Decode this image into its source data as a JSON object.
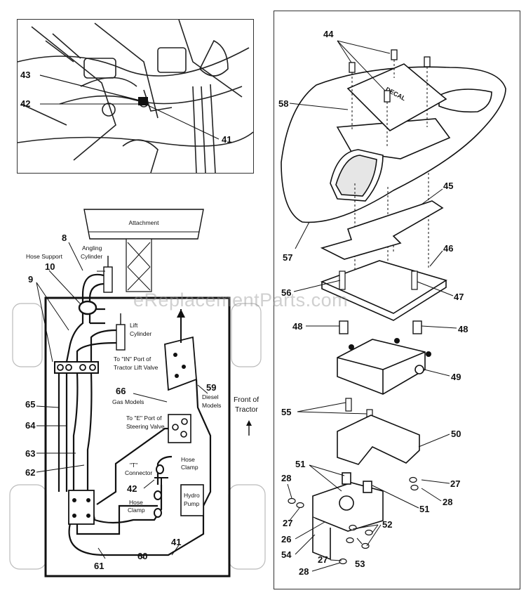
{
  "watermark": "eReplacementParts.com",
  "photo_callouts": [
    "43",
    "42",
    "41"
  ],
  "schematic": {
    "attachment": "Attachment",
    "angling_cylinder": [
      "Angling",
      "Cylinder"
    ],
    "hose_support": "Hose Support",
    "lift_cylinder": [
      "Lift",
      "Cylinder"
    ],
    "tractor_lift_valve": [
      "To \"IN\" Port of",
      "Tractor Lift Valve"
    ],
    "gas_models": "Gas Models",
    "diesel_models": [
      "Diesel",
      "Models"
    ],
    "front_of_tractor": [
      "Front of",
      "Tractor"
    ],
    "steering_valve": [
      "To \"E\" Port of",
      "Steering Valve"
    ],
    "t_connector": [
      "\"T\"",
      "Connector"
    ],
    "hose_clamp_top": [
      "Hose",
      "Clamp"
    ],
    "hose_clamp_bottom": [
      "Hose",
      "Clamp"
    ],
    "hydro_pump": [
      "Hydro",
      "Pump"
    ],
    "callouts": [
      "8",
      "10",
      "9",
      "65",
      "64",
      "63",
      "62",
      "66",
      "59",
      "42",
      "61",
      "60",
      "41"
    ]
  },
  "exploded": {
    "decal": "DECAL",
    "callouts": [
      "44",
      "58",
      "45",
      "57",
      "46",
      "56",
      "47",
      "48",
      "48",
      "49",
      "55",
      "50",
      "51",
      "51",
      "28",
      "27",
      "27",
      "28",
      "52",
      "26",
      "53",
      "54",
      "28"
    ]
  }
}
